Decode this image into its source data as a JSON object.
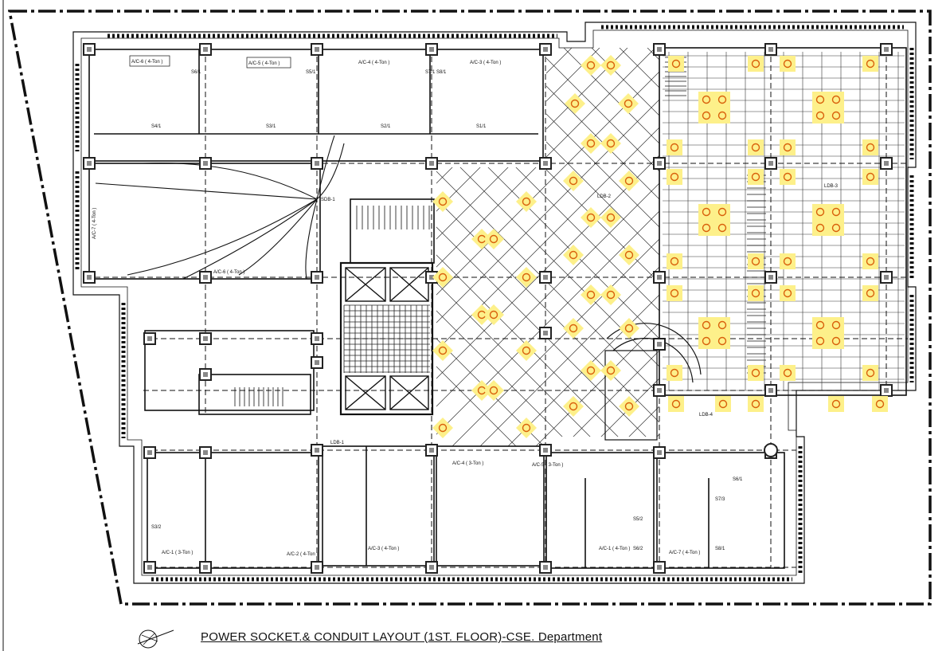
{
  "drawing_title": "POWER SOCKET.& CONDUIT LAYOUT (1ST. FLOOR)-CSE. Department",
  "labels": {
    "ac_units": [
      "A/C-6 ( 4-Ton )",
      "A/C-5 ( 4-Ton )",
      "A/C-4 ( 4-Ton )",
      "A/C-3 ( 4-Ton )",
      "A/C-7 ( 4-Ton )",
      "A/C-1 ( 3-Ton )",
      "A/C-2 ( 4-Ton )",
      "A/C-3 ( 4-Ton )",
      "A/C-4 ( 3-Ton )",
      "A/C-5 ( 3-Ton )",
      "A/C-6 ( 4-Ton )",
      "A/C-7 ( 4-Ton )",
      "A/C-1 ( 4-Ton )"
    ],
    "sockets": [
      "S4/1",
      "S3/1",
      "S2/1",
      "S1/1",
      "S6/1",
      "S5/1",
      "S7/1",
      "S8/1",
      "S3/2",
      "S5/2",
      "S6/2",
      "S6/1",
      "S7/3",
      "S8/1"
    ],
    "boards": [
      "SDB-1",
      "LDB-1",
      "LDB-2",
      "LDB-3",
      "LDB-4"
    ]
  },
  "colors": {
    "line": "#111111",
    "light_fill": "#fdf08a",
    "light_ring": "#d9600b",
    "column": "#222222"
  }
}
